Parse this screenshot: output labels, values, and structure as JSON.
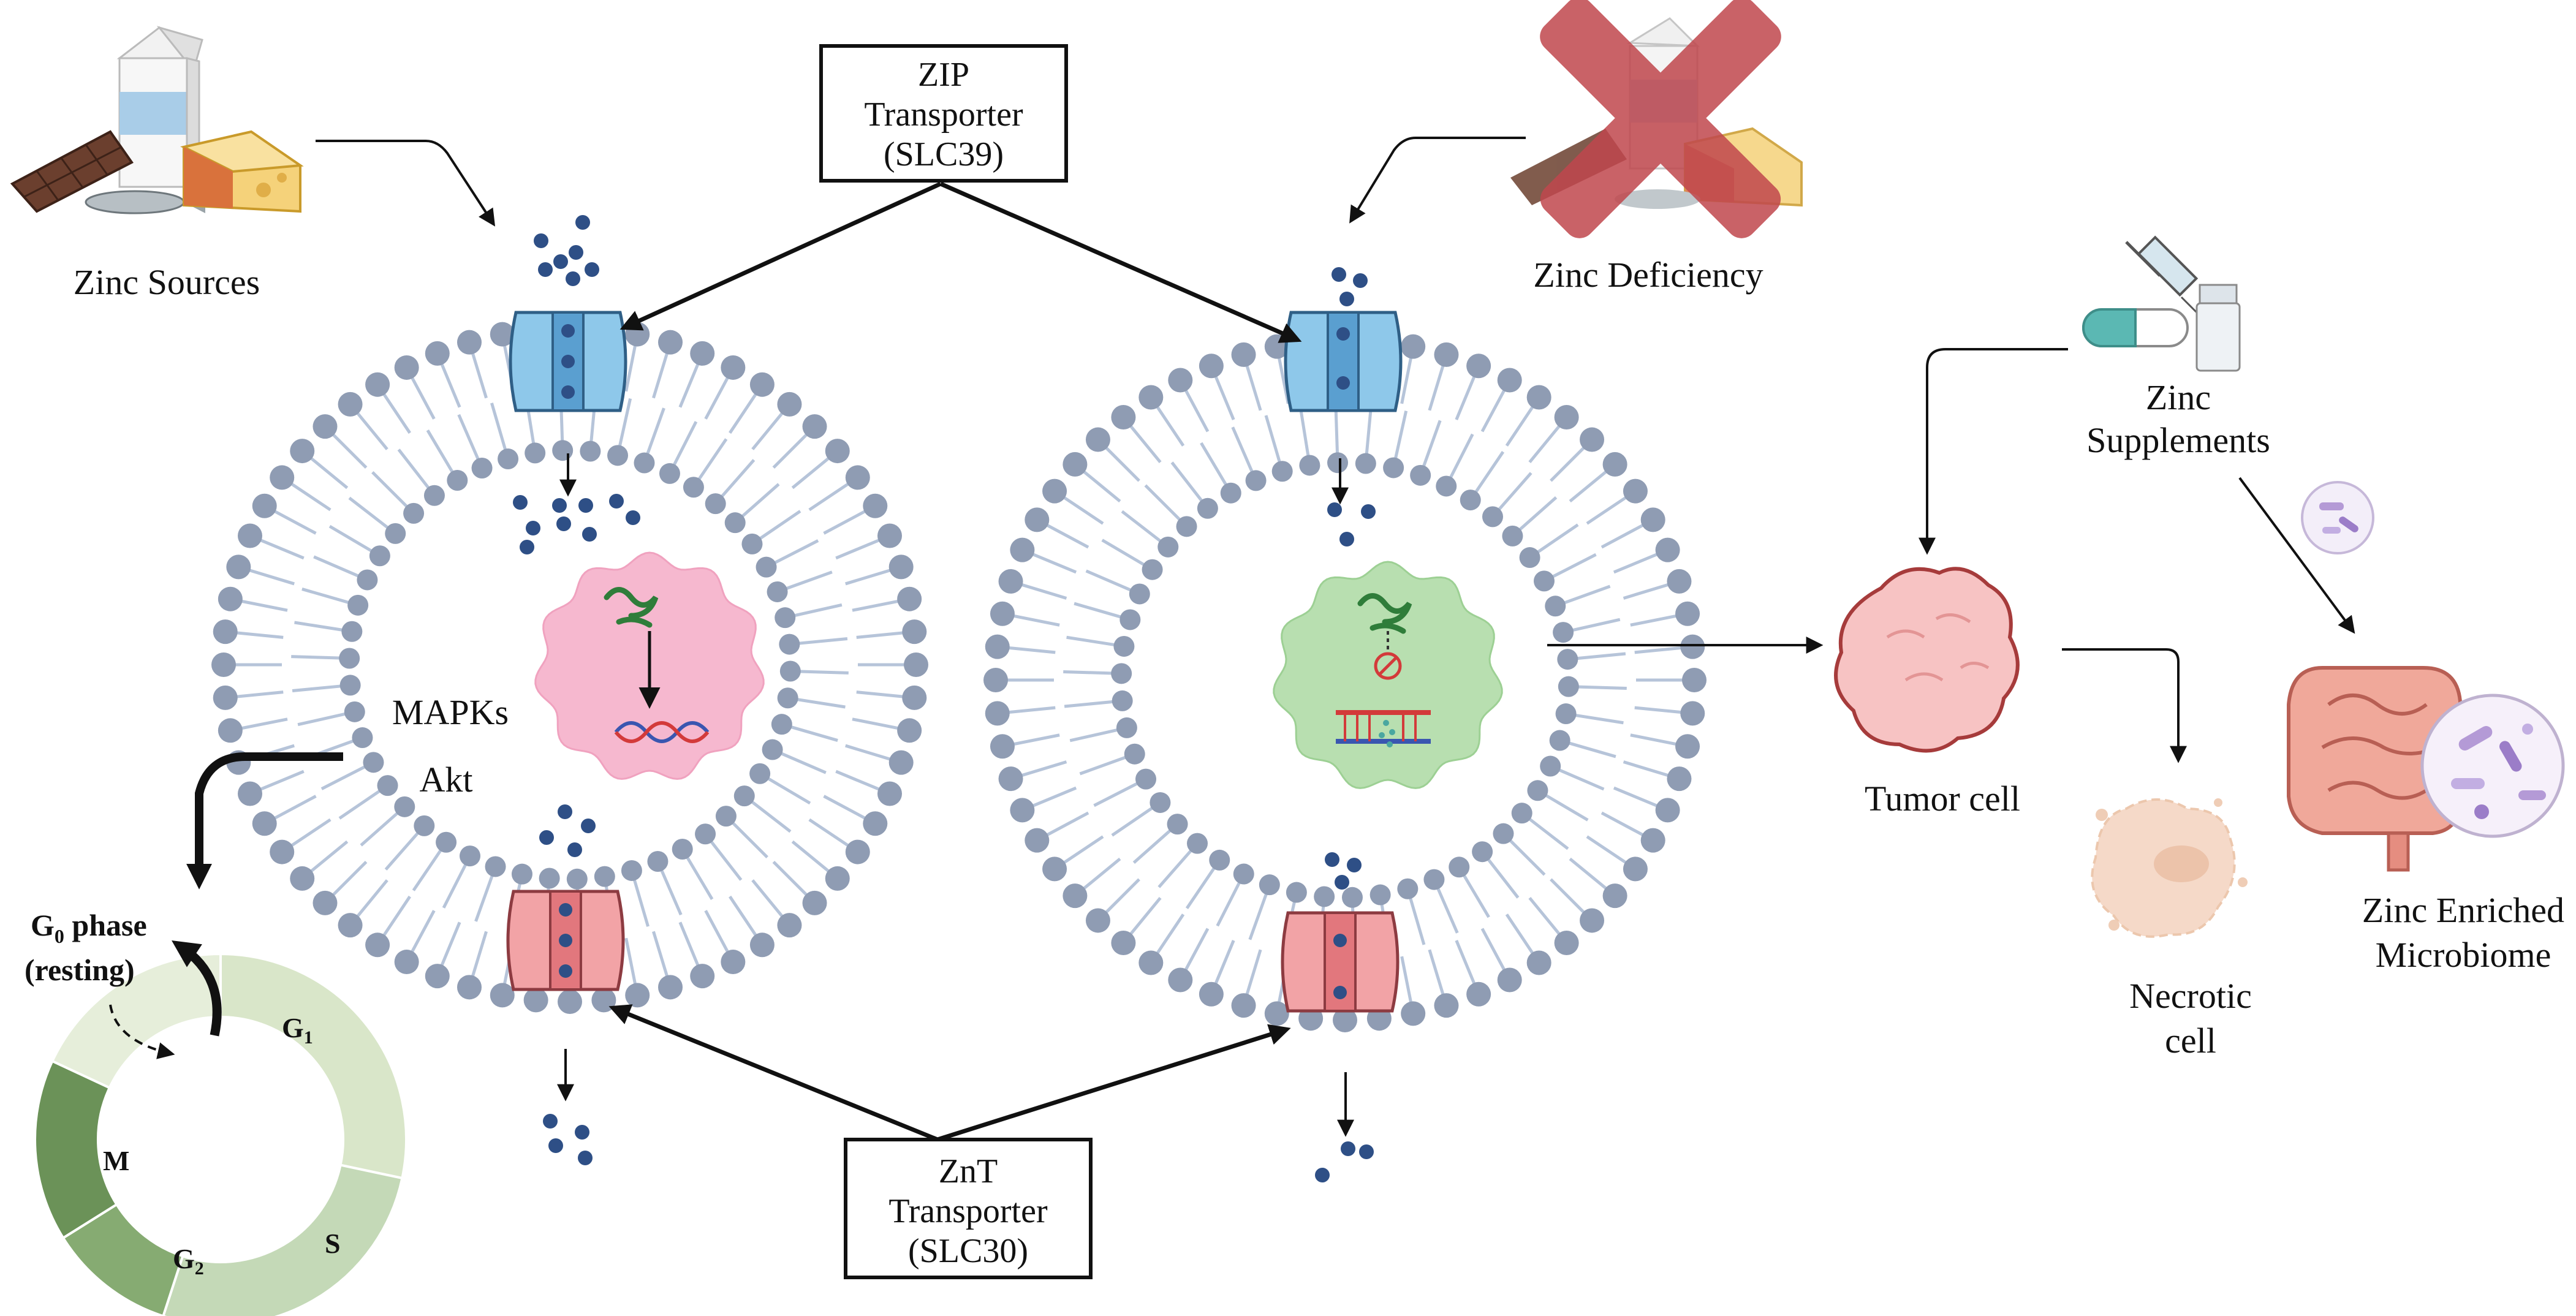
{
  "labels": {
    "zinc_sources": "Zinc Sources",
    "zinc_deficiency": "Zinc Deficiency",
    "zinc_supplements_1": "Zinc",
    "zinc_supplements_2": "Supplements",
    "tumor_cell": "Tumor cell",
    "necrotic_cell_1": "Necrotic",
    "necrotic_cell_2": "cell",
    "microbiome_1": "Zinc Enriched",
    "microbiome_2": "Microbiome",
    "mapks": "MAPKs",
    "akt": "Akt"
  },
  "zip_box": {
    "line1": "ZIP",
    "line2": "Transporter",
    "line3": "(SLC39)"
  },
  "znt_box": {
    "line1": "ZnT",
    "line2": "Transporter",
    "line3": "(SLC30)"
  },
  "cell_cycle": {
    "g0_prefix": "G",
    "g0_sub": "0",
    "g0_suffix": " phase",
    "g0_note": "(resting)",
    "g1": "G",
    "g1_sub": "1",
    "s": "S",
    "g2": "G",
    "g2_sub": "2",
    "m": "M"
  },
  "icons": [
    "milk-carton-icon",
    "chocolate-bar-icon",
    "cheese-icon",
    "fish-icon",
    "syringe-icon",
    "capsule-icon",
    "vial-icon",
    "bacteria-icon",
    "intestine-icon",
    "dna-icon",
    "protein-icon",
    "inhibit-icon",
    "red-x-icon"
  ],
  "colors": {
    "zip_transporter": "#8ec8ea",
    "znt_transporter": "#f2a3a6",
    "nucleus_normal": "#f6b8cf",
    "nucleus_deficient": "#b8dfb0",
    "zinc_ion": "#2e4f86",
    "membrane_head": "#8f9cb3",
    "tumor_cell": "#f7c3c3",
    "cross_out": "#c0474d"
  }
}
